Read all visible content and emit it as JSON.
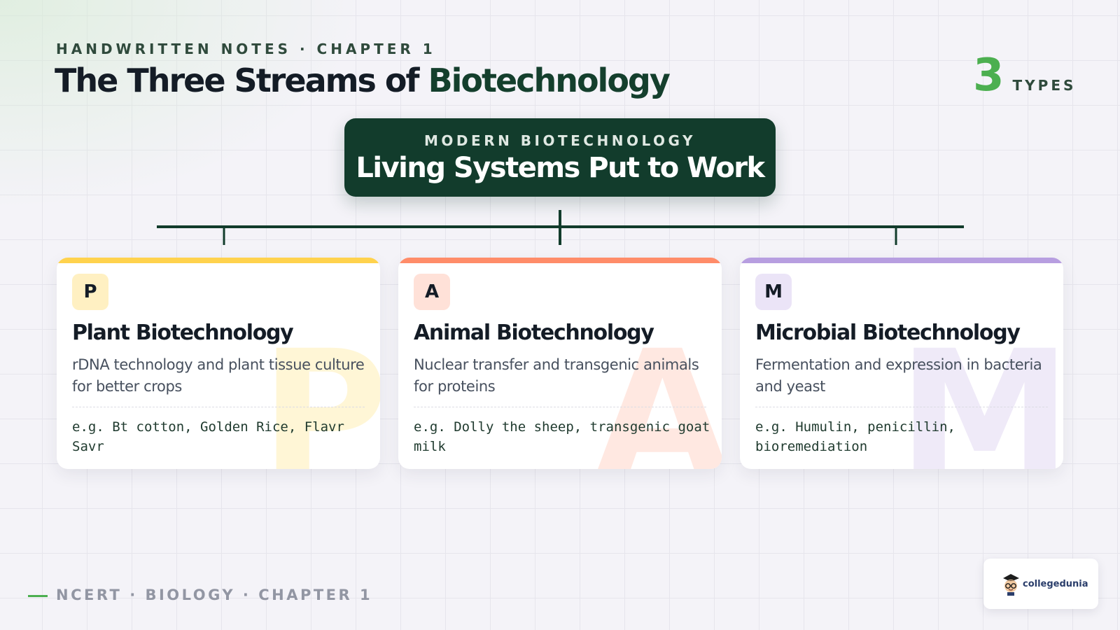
{
  "header": {
    "eyebrow": "HANDWRITTEN NOTES · CHAPTER 1",
    "title_main": "The Three Streams of ",
    "title_accent": "Biotechnology",
    "count_number": "3",
    "count_label": "TYPES"
  },
  "root": {
    "kicker": "MODERN BIOTECHNOLOGY",
    "headline": "Living Systems Put to Work"
  },
  "branches": [
    {
      "badge": "P",
      "title": "Plant Biotechnology",
      "description": "rDNA technology and plant tissue culture for better crops",
      "example": "e.g. Bt cotton, Golden Rice, Flavr Savr",
      "accent_color": "#ffd24d",
      "badge_bg": "#fff0c2",
      "watermark_color": "#fff6d6"
    },
    {
      "badge": "A",
      "title": "Animal Biotechnology",
      "description": "Nuclear transfer and transgenic animals for proteins",
      "example": "e.g. Dolly the sheep, transgenic goat milk",
      "accent_color": "#ff8c69",
      "badge_bg": "#ffe1d8",
      "watermark_color": "#ffe8e1"
    },
    {
      "badge": "M",
      "title": "Microbial Biotechnology",
      "description": "Fermentation and expression in bacteria and yeast",
      "example": "e.g. Humulin, penicillin, bioremediation",
      "accent_color": "#b79ee0",
      "badge_bg": "#ebe4f7",
      "watermark_color": "#efeaf8"
    }
  ],
  "footer": {
    "text": "NCERT · BIOLOGY · CHAPTER 1"
  },
  "logo": {
    "wordmark": "collegedunia"
  }
}
